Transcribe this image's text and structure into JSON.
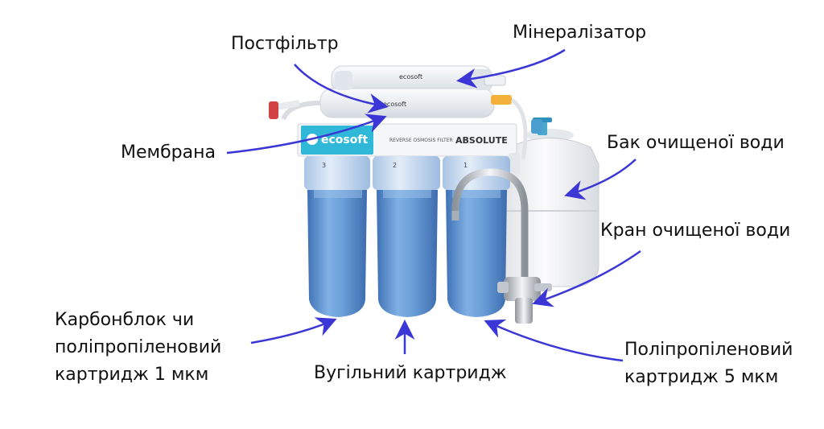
{
  "labels": {
    "postfilter": "Постфільтр",
    "mineralizer": "Мінералізатор",
    "membrane": "Мембрана",
    "tank": "Бак очищеної води",
    "faucet": "Кран очищеної води",
    "carbon_block": [
      "Карбонблок чи",
      "поліпропіленовий",
      "картридж 1 мкм"
    ],
    "charcoal": "Вугільний картридж",
    "pp5": [
      "Поліпропіленовий",
      "картридж 5 мкм"
    ]
  },
  "unit_text": {
    "brand_main": "ecosoft",
    "brand_small_1": "ecosoft",
    "brand_small_2": "ecosoft",
    "product_name": "ABSOLUTE",
    "product_subtitle": "REVERSE OSMOSIS FILTER",
    "stage_numbers": [
      "3",
      "2",
      "1"
    ]
  },
  "colors": {
    "arrow": "#3b36d6",
    "housing_blue": "#6f9fd6",
    "housing_blue_dark": "#4f80c0",
    "housing_cap": "#cfe0f2",
    "module_white": "#eef1f4",
    "accent_teal": "#2fb8d8",
    "tank": "#f2f3f5",
    "chrome": "#b9bec4"
  }
}
